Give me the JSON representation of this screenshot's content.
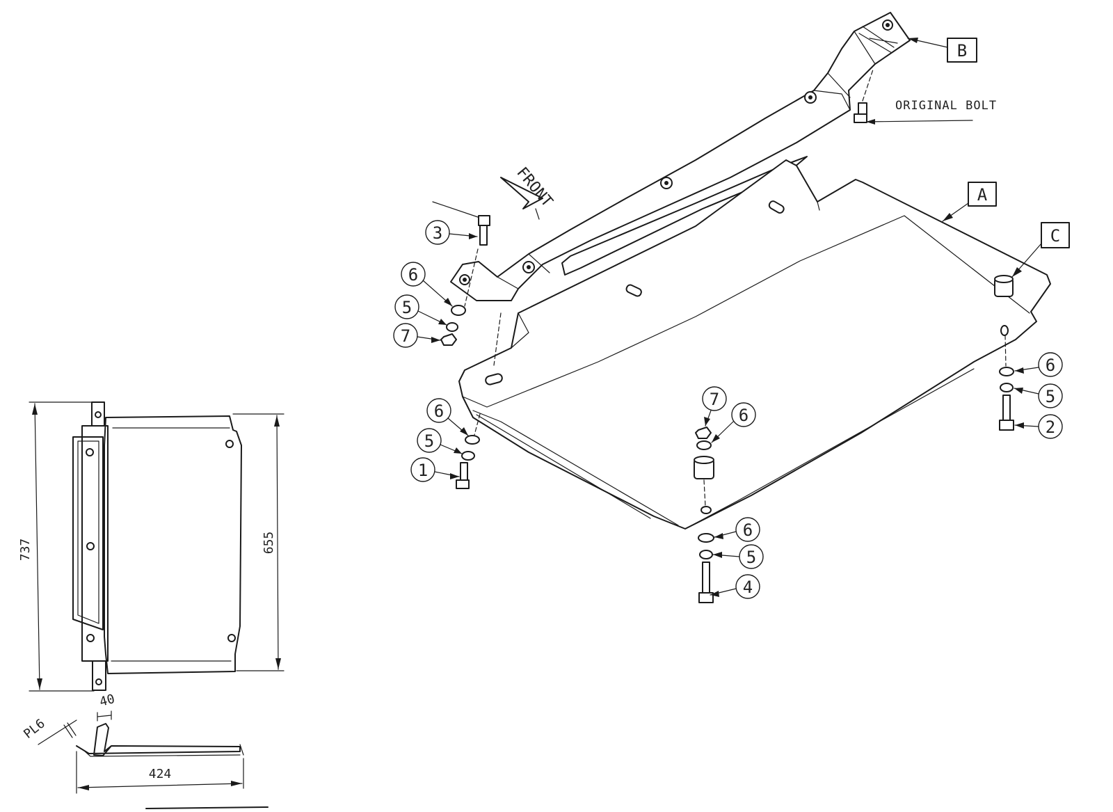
{
  "labels": {
    "original_bolt": "ORIGINAL BOLT",
    "front": "FRONT",
    "box_a": "A",
    "box_b": "B",
    "box_c": "C"
  },
  "dimensions": {
    "height_outer": "737",
    "height_inner": "655",
    "width": "424",
    "flange": "40",
    "plate_thickness": "PL6"
  },
  "callouts": {
    "c3": "3",
    "c6_left": "6",
    "c5_left": "5",
    "c7_left": "7",
    "c6_lower": "6",
    "c5_lower": "5",
    "c1": "1",
    "c7_mid": "7",
    "c6_mid": "6",
    "c6_bottom": "6",
    "c5_bottom": "5",
    "c4": "4",
    "c6_right": "6",
    "c5_right": "5",
    "c2": "2"
  }
}
